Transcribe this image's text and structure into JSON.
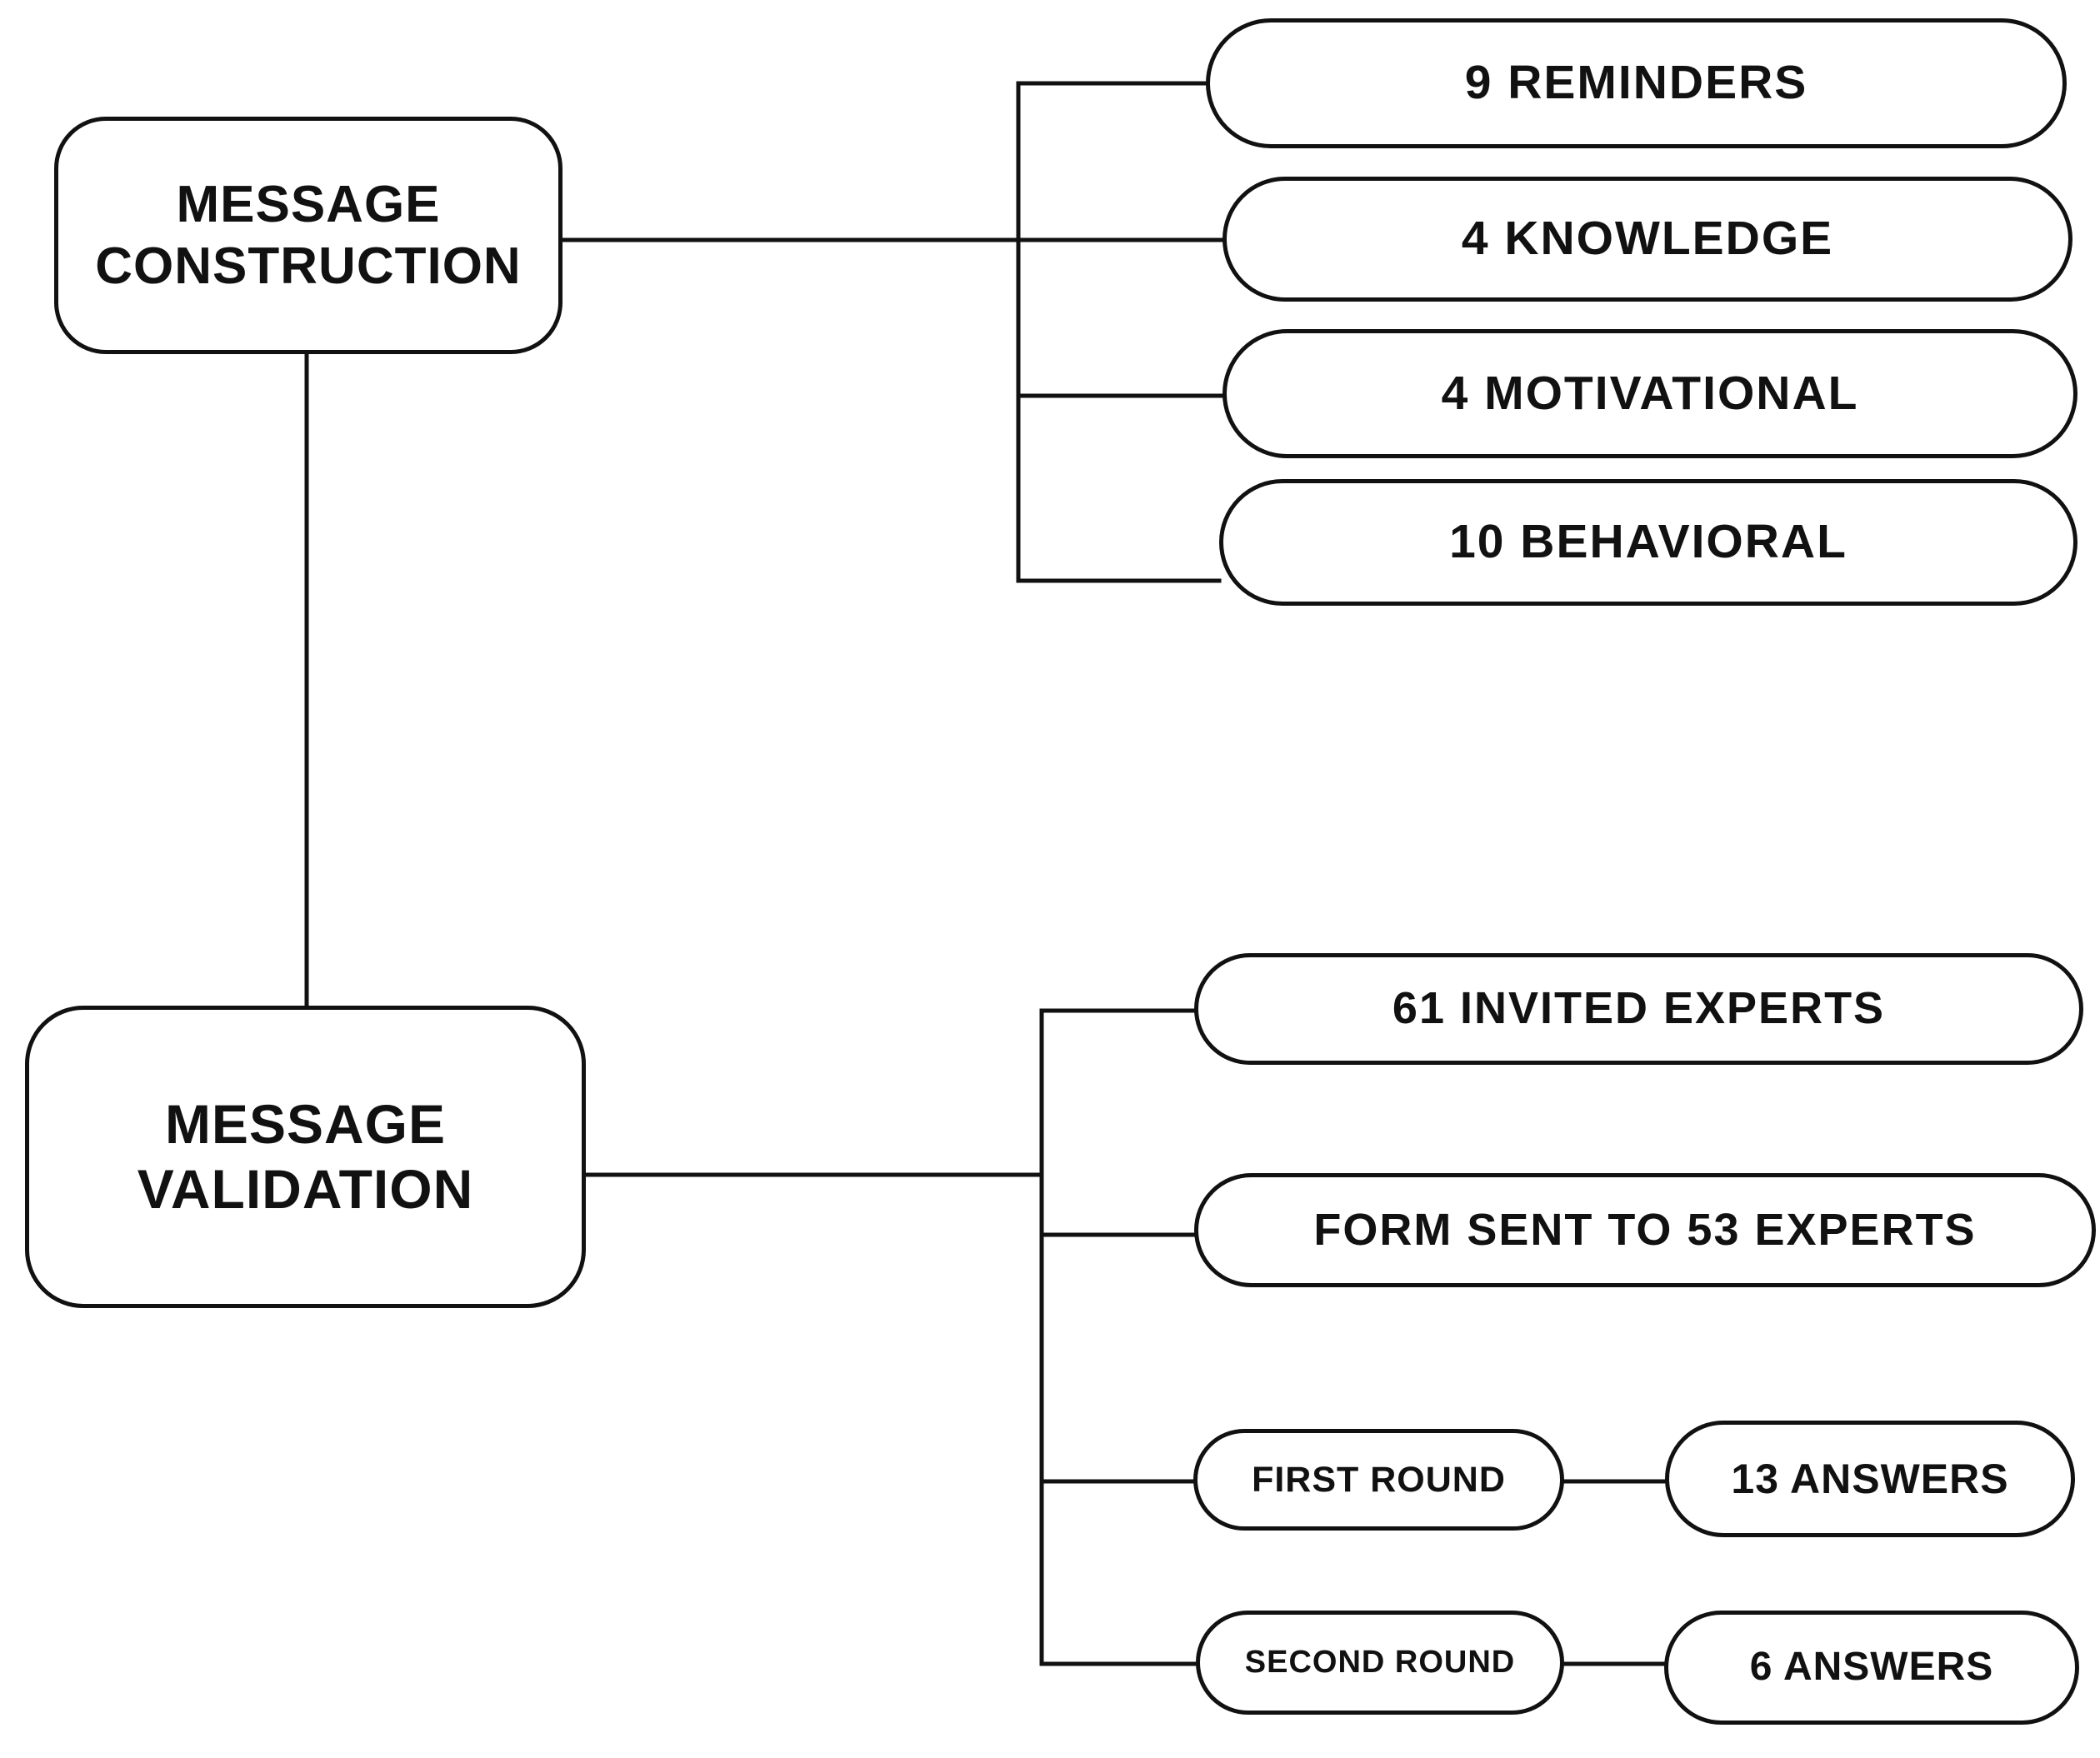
{
  "diagram_title": "",
  "colors": {
    "background": "#ffffff",
    "line": "#111111",
    "box_fill": "#ffffff",
    "box_border": "#111111",
    "text": "#111111"
  },
  "nodes": {
    "message_construction": {
      "label": "MESSAGE CONSTRUCTION"
    },
    "reminders": {
      "label": "9 REMINDERS"
    },
    "knowledge": {
      "label": "4 KNOWLEDGE"
    },
    "motivational": {
      "label": "4 MOTIVATIONAL"
    },
    "behavioral": {
      "label": "10 BEHAVIORAL"
    },
    "message_validation": {
      "label": "MESSAGE VALIDATION"
    },
    "invited_experts": {
      "label": "61 INVITED EXPERTS"
    },
    "form_sent": {
      "label": "FORM SENT TO 53 EXPERTS"
    },
    "first_round": {
      "label": "FIRST ROUND"
    },
    "first_round_answers": {
      "label": "13 ANSWERS"
    },
    "second_round": {
      "label": "SECOND ROUND"
    },
    "second_round_answers": {
      "label": "6 ANSWERS"
    }
  },
  "edges": [
    {
      "from": "message_construction",
      "to": "reminders"
    },
    {
      "from": "message_construction",
      "to": "knowledge"
    },
    {
      "from": "message_construction",
      "to": "motivational"
    },
    {
      "from": "message_construction",
      "to": "behavioral"
    },
    {
      "from": "message_construction",
      "to": "message_validation"
    },
    {
      "from": "message_validation",
      "to": "invited_experts"
    },
    {
      "from": "message_validation",
      "to": "form_sent"
    },
    {
      "from": "message_validation",
      "to": "first_round"
    },
    {
      "from": "message_validation",
      "to": "second_round"
    },
    {
      "from": "first_round",
      "to": "first_round_answers"
    },
    {
      "from": "second_round",
      "to": "second_round_answers"
    }
  ]
}
